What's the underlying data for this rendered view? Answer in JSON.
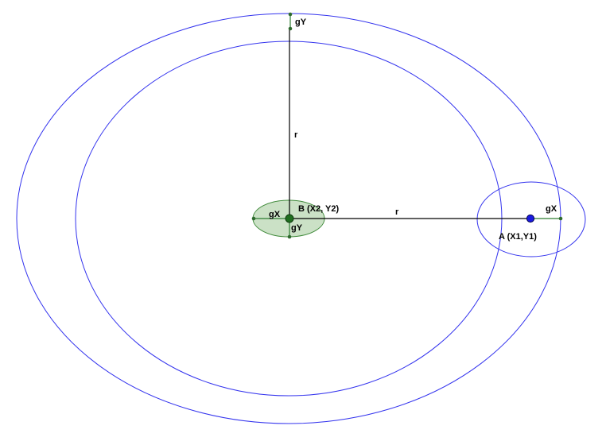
{
  "labels": {
    "gy_top": "gY",
    "r_vertical": "r",
    "gx_center": "gX",
    "point_b": "B (X2, Y2)",
    "gy_center": "gY",
    "r_horizontal": "r",
    "gx_right": "gX",
    "point_a": "A (X1,Y1)"
  },
  "colors": {
    "orbit": "#3333ee",
    "radius_line": "#000000",
    "gravity_line": "#2e7d32",
    "center_fill": "#b9d7b3",
    "center_stroke": "#3f8a3a",
    "point_a_fill": "#1a1adf",
    "point_b_fill": "#1f6e1f"
  }
}
